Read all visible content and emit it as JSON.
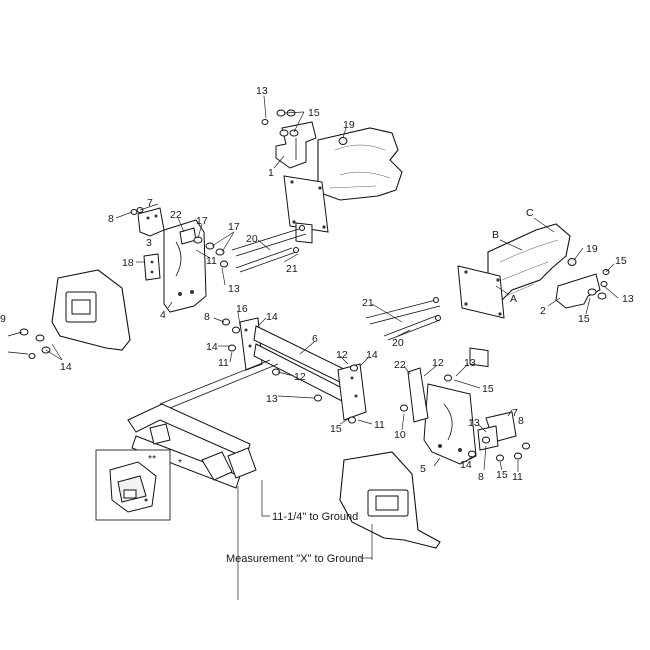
{
  "callouts": [
    {
      "id": "c13a",
      "text": "13"
    },
    {
      "id": "c15a",
      "text": "15"
    },
    {
      "id": "c19a",
      "text": "19"
    },
    {
      "id": "c1",
      "text": "1"
    },
    {
      "id": "c7a",
      "text": "7"
    },
    {
      "id": "c8a",
      "text": "8"
    },
    {
      "id": "c22a",
      "text": "22"
    },
    {
      "id": "c17a",
      "text": "17"
    },
    {
      "id": "c3",
      "text": "3"
    },
    {
      "id": "c11a",
      "text": "11"
    },
    {
      "id": "c17b",
      "text": "17"
    },
    {
      "id": "c20a",
      "text": "20"
    },
    {
      "id": "c18",
      "text": "18"
    },
    {
      "id": "c13b",
      "text": "13"
    },
    {
      "id": "c21a",
      "text": "21"
    },
    {
      "id": "c4",
      "text": "4"
    },
    {
      "id": "cC",
      "text": "C"
    },
    {
      "id": "cB",
      "text": "B"
    },
    {
      "id": "c19b",
      "text": "19"
    },
    {
      "id": "c15b",
      "text": "15"
    },
    {
      "id": "cA",
      "text": "A"
    },
    {
      "id": "c2",
      "text": "2"
    },
    {
      "id": "c13c",
      "text": "13"
    },
    {
      "id": "c15c",
      "text": "15"
    },
    {
      "id": "c21b",
      "text": "21"
    },
    {
      "id": "c20b",
      "text": "20"
    },
    {
      "id": "c9",
      "text": "9"
    },
    {
      "id": "c14a",
      "text": "14"
    },
    {
      "id": "c8b",
      "text": "8"
    },
    {
      "id": "c16",
      "text": "16"
    },
    {
      "id": "c14b",
      "text": "14"
    },
    {
      "id": "c14c",
      "text": "14"
    },
    {
      "id": "c11b",
      "text": "11"
    },
    {
      "id": "c6",
      "text": "6"
    },
    {
      "id": "c12a",
      "text": "12"
    },
    {
      "id": "c14d",
      "text": "14"
    },
    {
      "id": "c12b",
      "text": "12"
    },
    {
      "id": "c22b",
      "text": "22"
    },
    {
      "id": "c12c",
      "text": "12"
    },
    {
      "id": "c13d",
      "text": "13"
    },
    {
      "id": "c15d",
      "text": "15"
    },
    {
      "id": "c13e",
      "text": "13"
    },
    {
      "id": "c15e",
      "text": "15"
    },
    {
      "id": "c11c",
      "text": "11"
    },
    {
      "id": "c10",
      "text": "10"
    },
    {
      "id": "c7b",
      "text": "7"
    },
    {
      "id": "c8c",
      "text": "8"
    },
    {
      "id": "c13f",
      "text": "13"
    },
    {
      "id": "c14e",
      "text": "14"
    },
    {
      "id": "c5",
      "text": "5"
    },
    {
      "id": "c8d",
      "text": "8"
    },
    {
      "id": "c15f",
      "text": "15"
    },
    {
      "id": "c11d",
      "text": "11"
    },
    {
      "id": "cStar2",
      "text": "**"
    },
    {
      "id": "cStar1",
      "text": "*"
    }
  ],
  "notes": {
    "ground": "11-1/4\" to Ground",
    "measurement": "Measurement \"X\" to Ground"
  }
}
